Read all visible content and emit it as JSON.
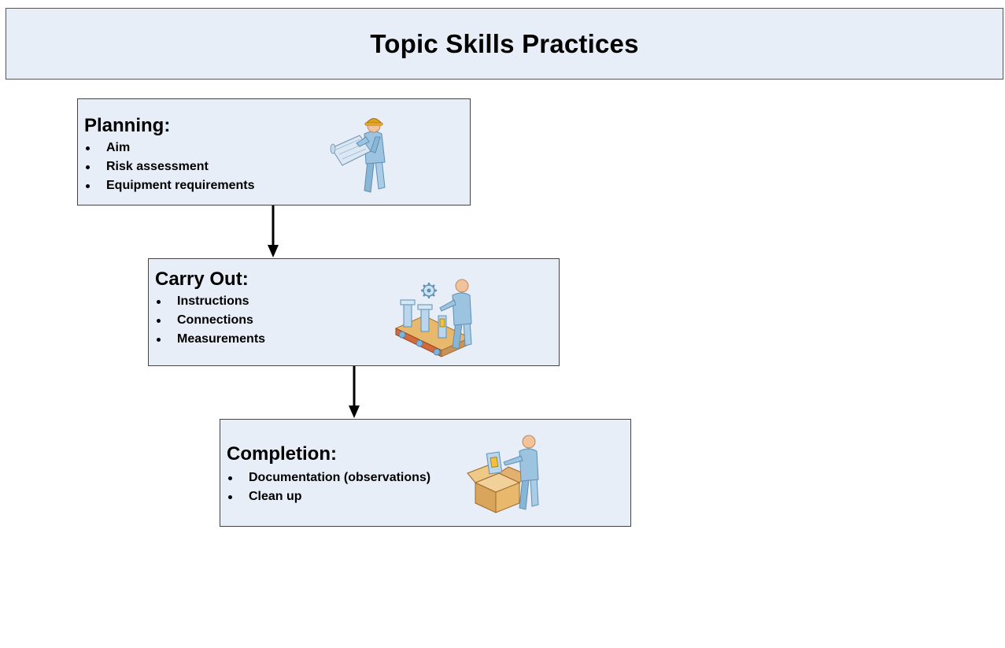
{
  "header": {
    "title": "Topic Skills Practices"
  },
  "steps": [
    {
      "title": "Planning:",
      "items": [
        "Aim",
        "Risk assessment",
        "Equipment requirements"
      ],
      "icon": "engineer-blueprint-icon"
    },
    {
      "title": "Carry Out:",
      "items": [
        "Instructions",
        "Connections",
        "Measurements"
      ],
      "icon": "assembly-line-worker-icon"
    },
    {
      "title": "Completion:",
      "items": [
        "Documentation (observations)",
        "Clean up"
      ],
      "icon": "worker-packing-box-icon"
    }
  ],
  "colors": {
    "box_fill": "#e8eef8",
    "border": "#444444",
    "figure": "#9cc3e0",
    "hardhat": "#e0a020",
    "box_cardboard": "#e8b86c"
  }
}
